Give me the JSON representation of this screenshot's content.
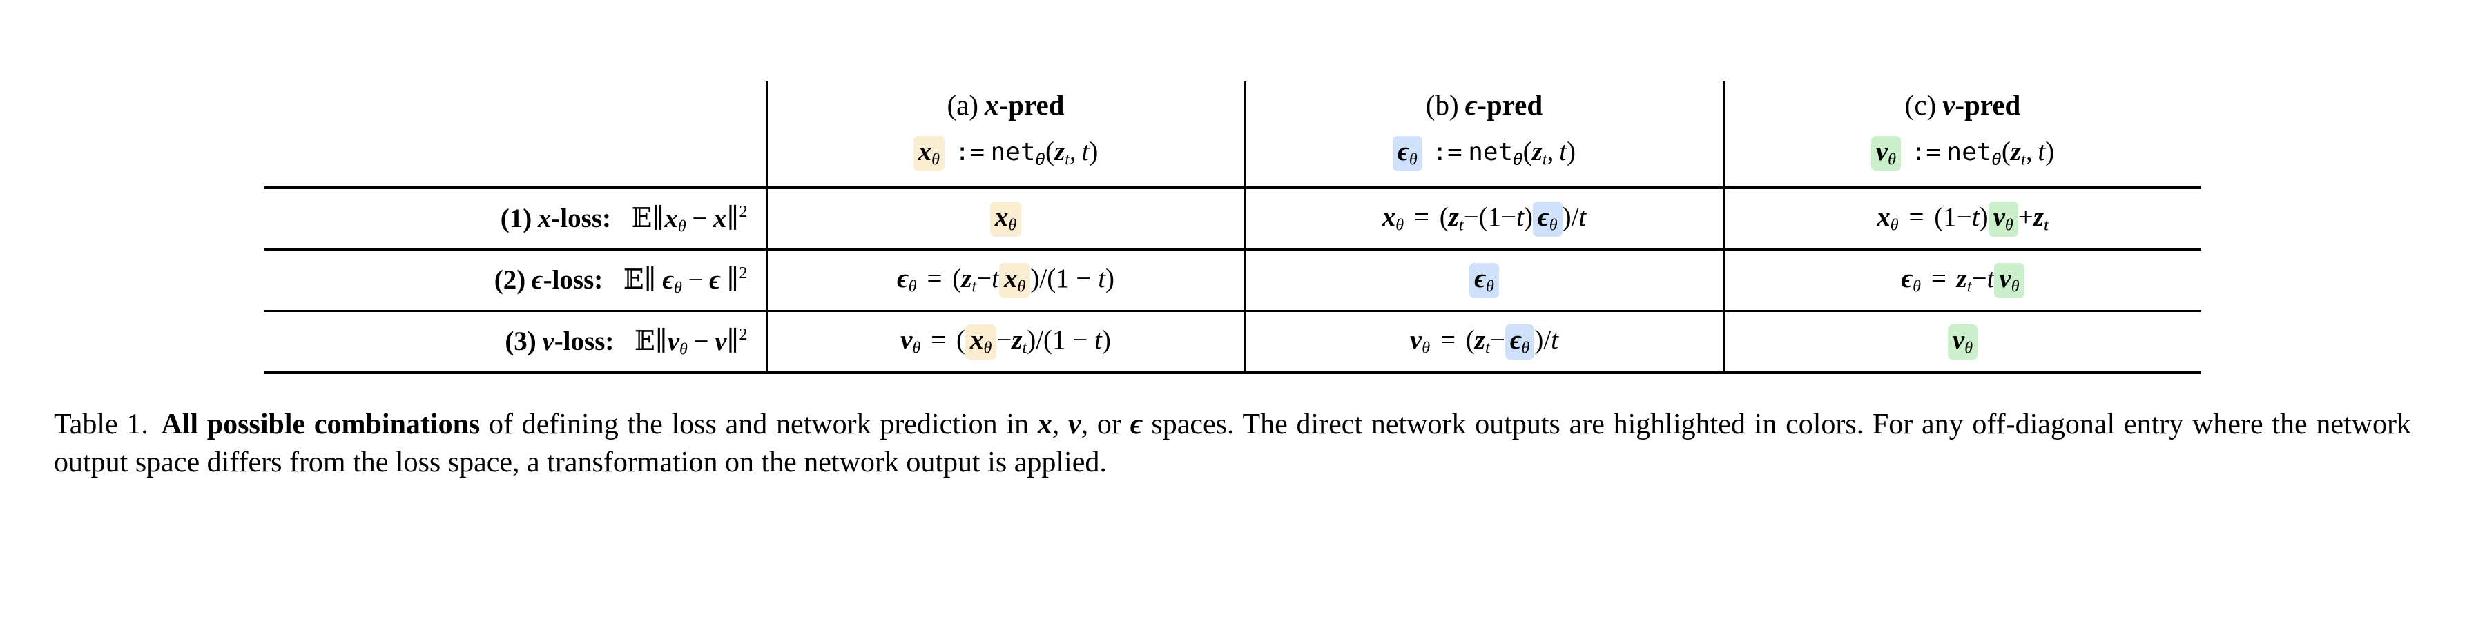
{
  "table": {
    "column_headers": [
      {
        "id": "a",
        "label_prefix": "(a)",
        "symbol": "x",
        "label_suffix": "-pred"
      },
      {
        "id": "b",
        "label_prefix": "(b)",
        "symbol": "ϵ",
        "label_suffix": "-pred"
      },
      {
        "id": "c",
        "label_prefix": "(c)",
        "symbol": "v",
        "label_suffix": "-pred"
      }
    ],
    "definition_row": {
      "a": {
        "highlight": "x",
        "head": "x",
        "text": ":= net(z, t)"
      },
      "b": {
        "highlight": "epsilon",
        "head": "ϵ",
        "text": ":= net(z, t)"
      },
      "c": {
        "highlight": "v",
        "head": "v",
        "text": ":= net(z, t)"
      }
    },
    "row_labels": [
      {
        "index": "(1)",
        "symbol": "x",
        "word": "-loss:",
        "loss": "E||xθ - x||^2"
      },
      {
        "index": "(2)",
        "symbol": "ϵ",
        "word": "-loss:",
        "loss": "E||ϵθ - ϵ||^2"
      },
      {
        "index": "(3)",
        "symbol": "v",
        "word": "-loss:",
        "loss": "E||vθ - v||^2"
      }
    ],
    "cells": {
      "r1c1": "xθ",
      "r1c2": "xθ = (z_t - (1-t) ϵθ)/t",
      "r1c3": "xθ = (1-t) vθ + z_t",
      "r2c1": "ϵθ = (z_t - t xθ)/(1 - t)",
      "r2c2": "ϵθ",
      "r2c3": "ϵθ = z_t - t vθ",
      "r3c1": "vθ = (xθ - z_t)/(1 - t)",
      "r3c2": "vθ = (z_t - ϵθ)/t",
      "r3c3": "vθ"
    }
  },
  "caption": {
    "label": "Table 1.",
    "bold_lead": "All possible combinations",
    "rest_1": " of defining the loss and network prediction in ",
    "sym_x": "x",
    "comma_1": ", ",
    "sym_v": "v",
    "or_text": ", or ",
    "sym_eps": "ϵ",
    "rest_2": " spaces.  The direct network outputs are highlighted in colors.  For any off-diagonal entry where the network output space differs from the loss space, a transformation on the network output is applied."
  },
  "colors": {
    "highlight_x": "#fbedd2",
    "highlight_epsilon": "#cfe0fa",
    "highlight_v": "#cbeecb",
    "rule": "#000000",
    "text": "#000000",
    "background": "#ffffff"
  }
}
